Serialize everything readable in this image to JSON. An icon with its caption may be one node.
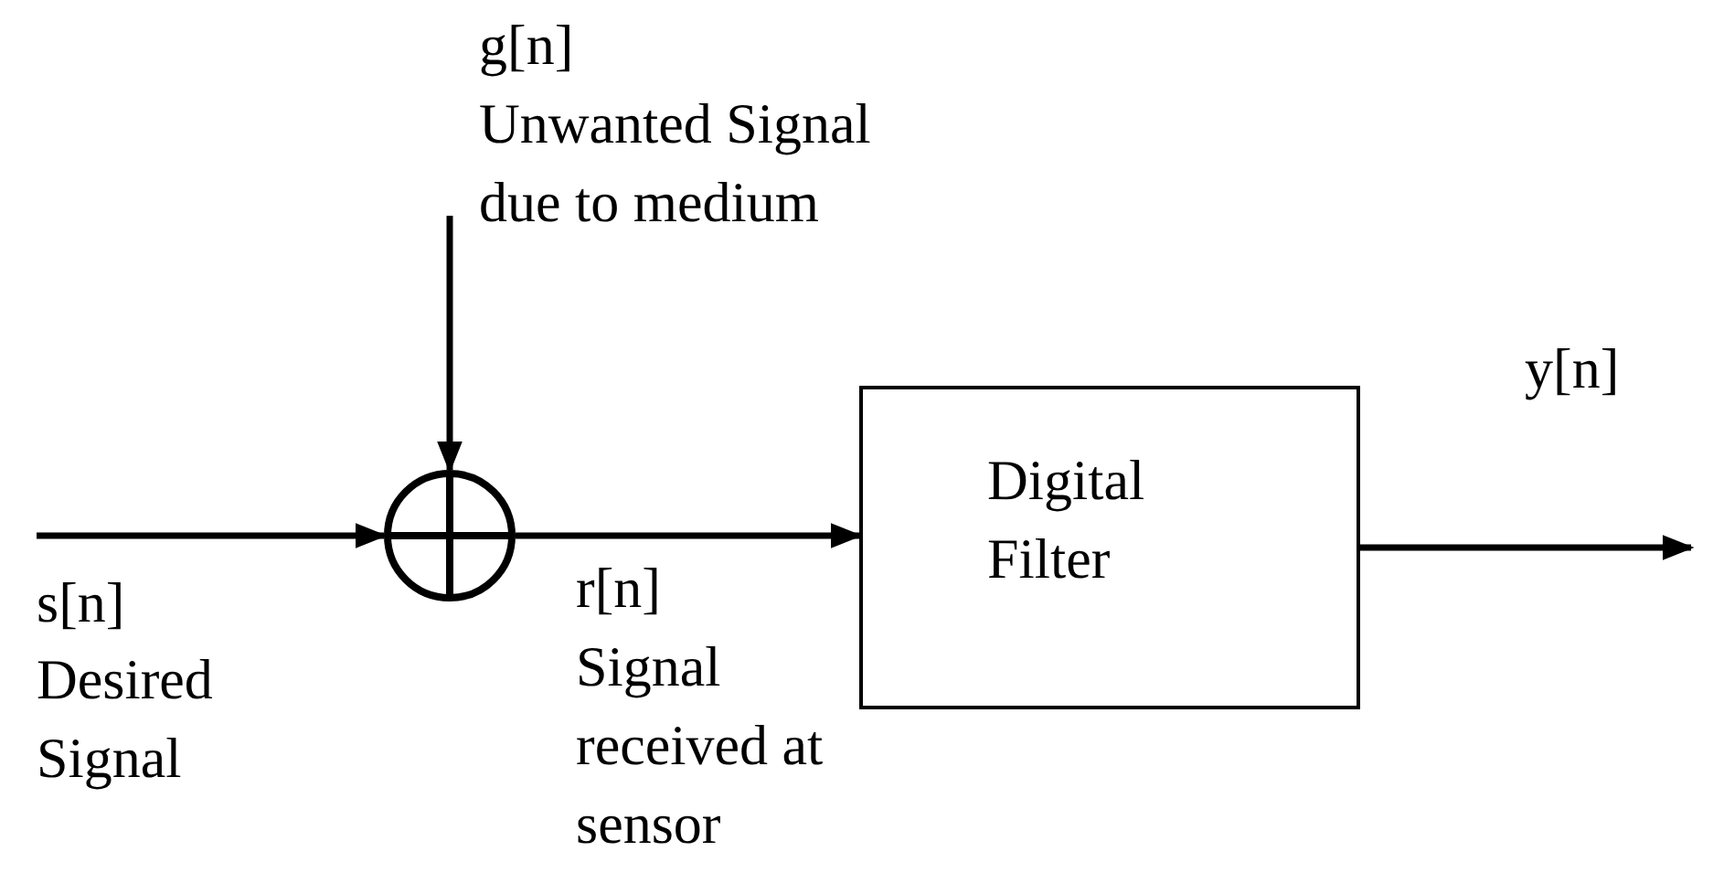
{
  "diagram": {
    "nodes": [
      {
        "text": [],
        "shape": "circle"
      },
      {
        "text": [
          "Digital Filter"
        ]
      }
    ],
    "edges": [
      {
        "from": null,
        "to": 0,
        "arrow": "to"
      },
      {
        "from": null,
        "to": 0,
        "arrow": "to"
      },
      {
        "from": 0,
        "to": 1,
        "arrow": "to"
      },
      {
        "from": 1,
        "to": null,
        "arrow": "to"
      }
    ],
    "labels": [
      "g[n]",
      "Unwanted Signal due to medium",
      "y[n]",
      "s[n]",
      "Desired Signal",
      "r[n]",
      "Signal received at sensor"
    ]
  }
}
